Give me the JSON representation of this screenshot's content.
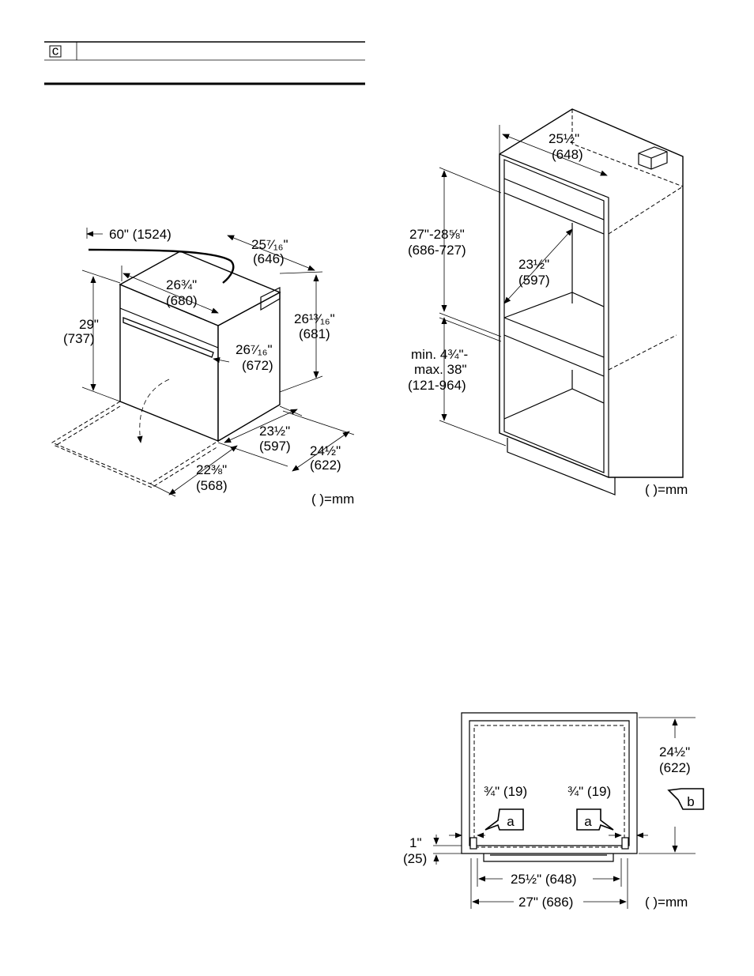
{
  "header": {
    "box_letter": "c"
  },
  "fig1": {
    "cord": "60\" (1524)",
    "depth_top_in": "25⁷⁄₁₆\"",
    "depth_top_mm": "(646)",
    "width_in": "26¾\"",
    "width_mm": "(680)",
    "height_in": "29\"",
    "height_mm": "(737)",
    "side_height_in": "26¹³⁄₁₆\"",
    "side_height_mm": "(681)",
    "inner_width_in": "26⁷⁄₁₆\"",
    "inner_width_mm": "(672)",
    "body_width_in": "23½\"",
    "body_width_mm": "(597)",
    "depth_in": "24½\"",
    "depth_mm": "(622)",
    "door_in": "22⅜\"",
    "door_mm": "(568)",
    "unit": "( )=mm"
  },
  "fig2": {
    "top_in": "25½\"",
    "top_mm": "(648)",
    "height_in": "27\"-28⅝\"",
    "height_mm": "(686-727)",
    "depth_in": "23½\"",
    "depth_mm": "(597)",
    "base_line1": "min. 4¾\"-",
    "base_line2": "max. 38\"",
    "base_mm": "(121-964)",
    "unit": "( )=mm"
  },
  "fig3": {
    "depth_in": "24½\"",
    "depth_mm": "(622)",
    "left_gap": "¾\" (19)",
    "right_gap": "¾\" (19)",
    "callout_a": "a",
    "callout_b": "b",
    "front_in": "1\"",
    "front_mm": "(25)",
    "inner_width": "25½\" (648)",
    "outer_width": "27\" (686)",
    "unit": "( )=mm"
  }
}
